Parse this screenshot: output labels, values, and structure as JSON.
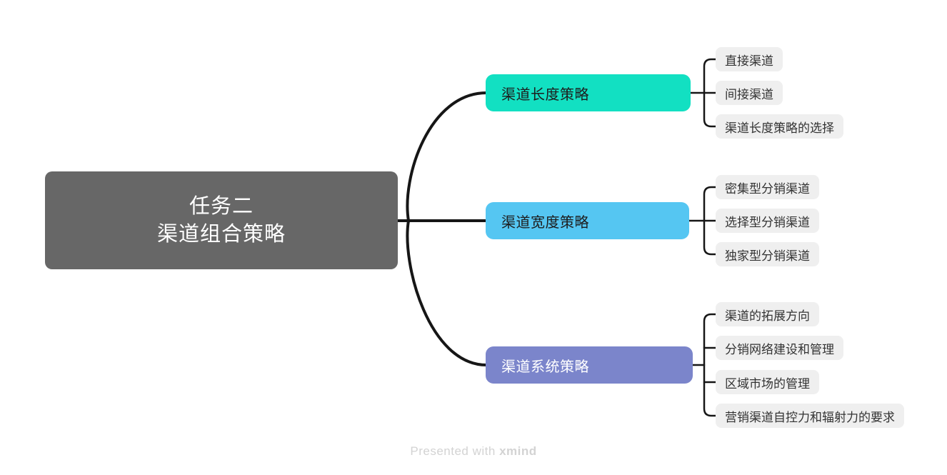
{
  "root": {
    "lines": [
      "任务二",
      "渠道组合策略"
    ],
    "bg": "#676767",
    "text_color": "#ffffff"
  },
  "branches": [
    {
      "label": "渠道长度策略",
      "bg": "#12E0C2",
      "text_color": "#1d1d1d",
      "children": [
        "直接渠道",
        "间接渠道",
        "渠道长度策略的选择"
      ]
    },
    {
      "label": "渠道宽度策略",
      "bg": "#55C6F2",
      "text_color": "#1d1d1d",
      "children": [
        "密集型分销渠道",
        "选择型分销渠道",
        "独家型分销渠道"
      ]
    },
    {
      "label": "渠道系统策略",
      "bg": "#7B85CB",
      "text_color": "#ffffff",
      "children": [
        "渠道的拓展方向",
        "分销网络建设和管理",
        "区域市场的管理",
        "营销渠道自控力和辐射力的要求"
      ]
    }
  ],
  "child_style": {
    "bg": "#EFEFEF",
    "text_color": "#333333"
  },
  "edges": {
    "color": "#161616"
  },
  "footer": {
    "prefix": "Presented with ",
    "brand": "xmind",
    "text_color": "#D3D3D3"
  }
}
